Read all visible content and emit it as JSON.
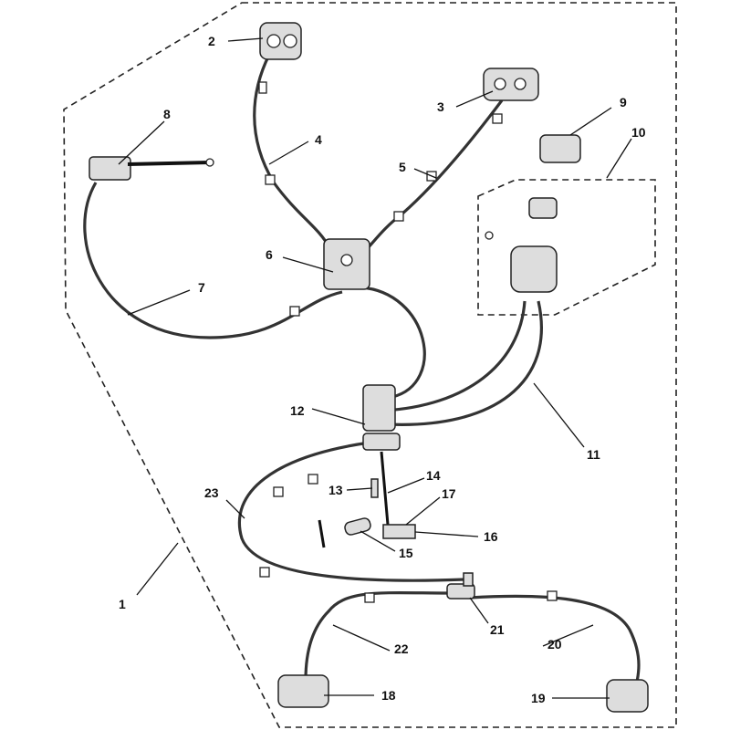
{
  "diagram": {
    "title": "Brake hose assembly",
    "callouts": [
      "1",
      "2",
      "3",
      "4",
      "5",
      "6",
      "7",
      "8",
      "9",
      "10",
      "11",
      "12",
      "13",
      "14",
      "15",
      "16",
      "17",
      "18",
      "19",
      "20",
      "21",
      "22",
      "23"
    ]
  }
}
